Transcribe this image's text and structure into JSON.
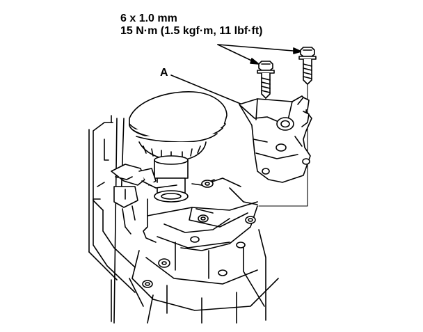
{
  "spec": {
    "size": "6 x 1.0 mm",
    "torque": "15 N·m (1.5 kgf·m, 11 lbf·ft)"
  },
  "callouts": {
    "a": "A"
  },
  "colors": {
    "line": "#000000",
    "background": "#ffffff"
  }
}
